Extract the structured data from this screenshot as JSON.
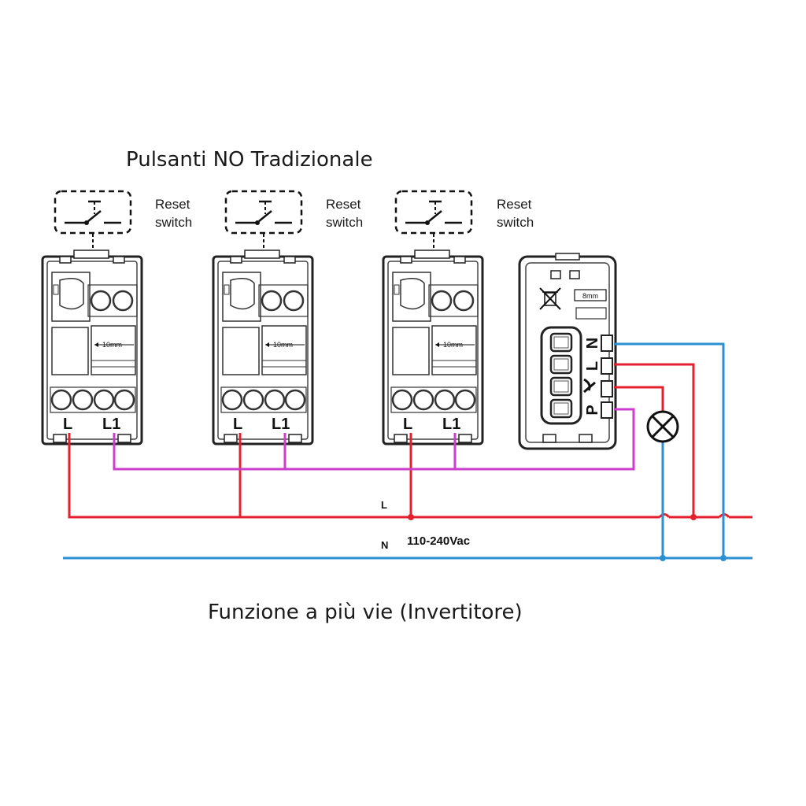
{
  "title_top": "Pulsanti NO Tradizionale",
  "title_bottom": "Funzione a più vie (Invertitore)",
  "switches": [
    {
      "reset_line1": "Reset",
      "reset_line2": "switch",
      "term_l": "L",
      "term_l1": "L1",
      "dim": "10mm"
    },
    {
      "reset_line1": "Reset",
      "reset_line2": "switch",
      "term_l": "L",
      "term_l1": "L1",
      "dim": "10mm"
    },
    {
      "reset_line1": "Reset",
      "reset_line2": "switch",
      "term_l": "L",
      "term_l1": "L1",
      "dim": "10mm"
    }
  ],
  "smart_module": {
    "dim": "8mm",
    "terminals": [
      "N",
      "L",
      "P"
    ]
  },
  "bus": {
    "line_label": "L",
    "neutral_label": "N",
    "voltage": "110-240Vac"
  },
  "colors": {
    "line": "#e4202c",
    "neutral": "#2a8fd3",
    "switched": "#cc3fcc",
    "outline": "#222222"
  }
}
